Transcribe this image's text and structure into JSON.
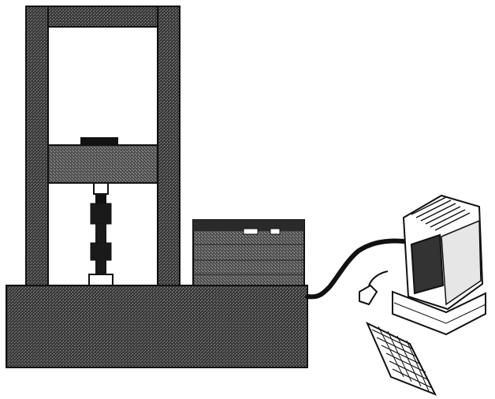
{
  "figure": {
    "components": [
      {
        "id": "load-frame",
        "icon": "tensile-test-frame"
      },
      {
        "id": "crosshead",
        "icon": "moving-crosshead"
      },
      {
        "id": "load-cell",
        "icon": "load-cell-block"
      },
      {
        "id": "specimen",
        "icon": "dogbone-specimen-in-grips"
      },
      {
        "id": "machine-base",
        "icon": "machine-base"
      },
      {
        "id": "controller",
        "icon": "control-console"
      },
      {
        "id": "cable",
        "icon": "data-cable"
      },
      {
        "id": "computer",
        "icon": "desktop-computer-with-keyboard-and-mouse"
      }
    ],
    "colors": {
      "ink": "#1a1a1a",
      "dark_fill": "#2b2b2b",
      "stipple": "#8a8a8a",
      "paper": "#ffffff",
      "screen": "#333333"
    }
  }
}
